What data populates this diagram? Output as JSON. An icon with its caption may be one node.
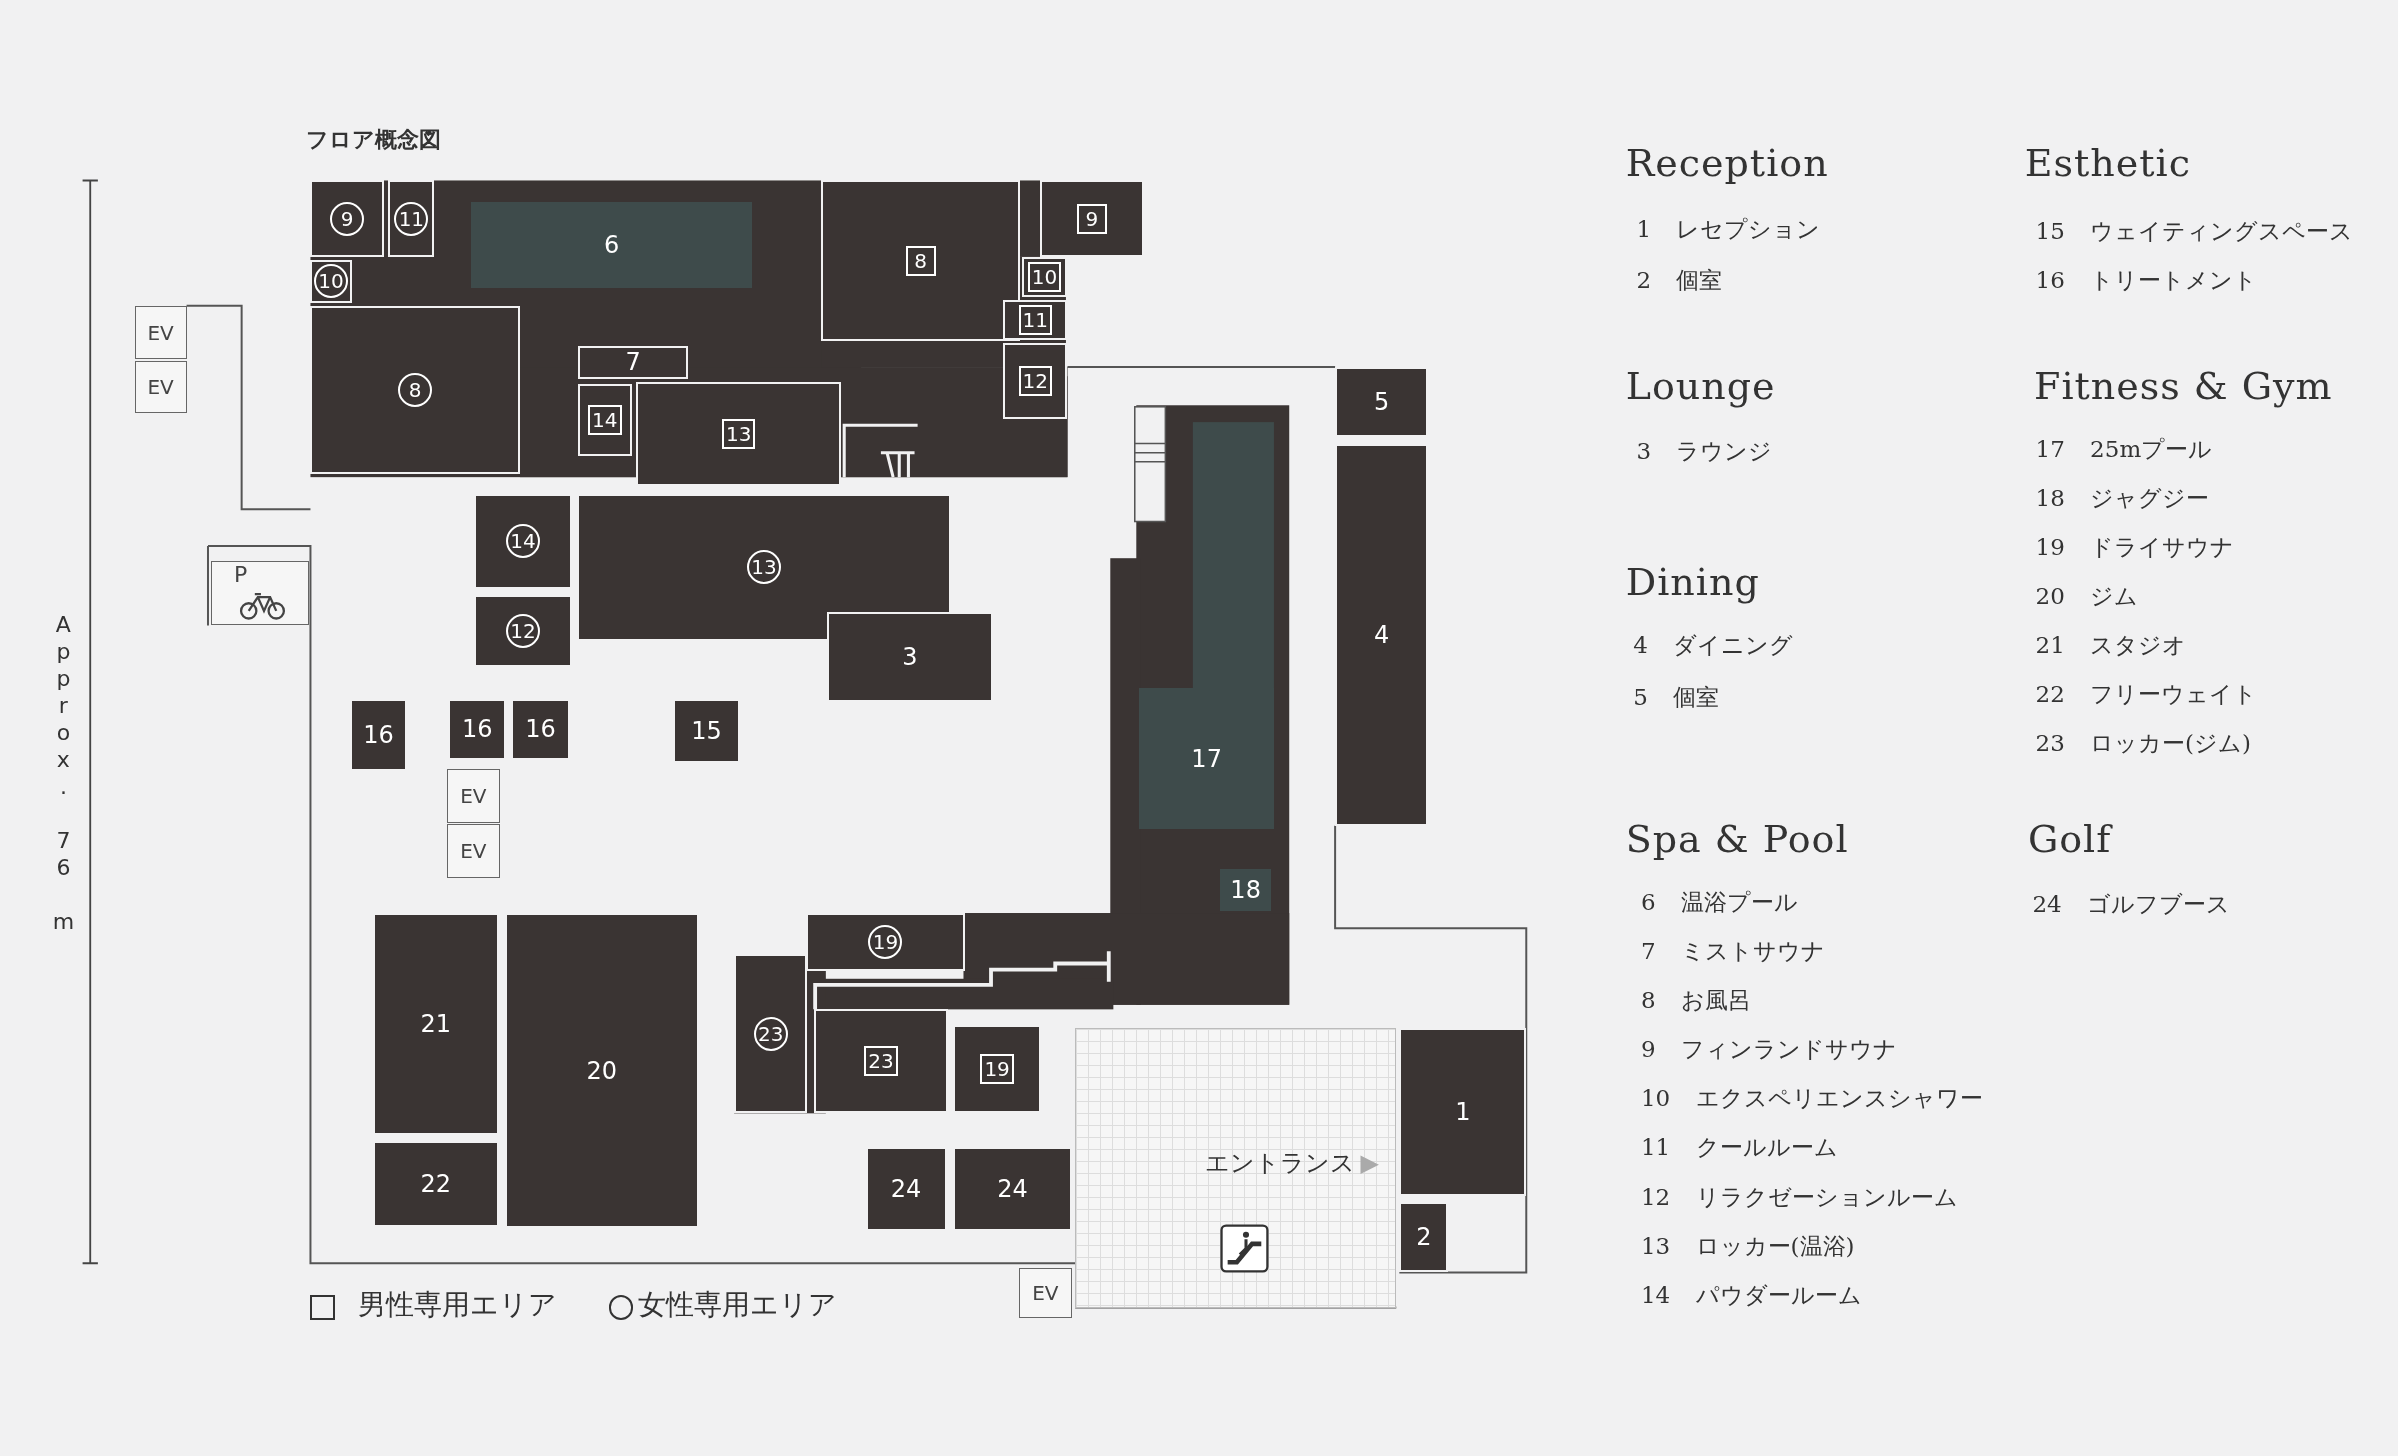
{
  "diagram": {
    "title": "フロア概念図",
    "nodes": [
      {
        "text": [
          "9"
        ]
      },
      {
        "text": [
          "11"
        ]
      },
      {
        "text": [
          "10"
        ]
      },
      {
        "text": [
          "6"
        ]
      },
      {
        "text": [
          "8"
        ]
      },
      {
        "text": [
          "7"
        ]
      },
      {
        "text": [
          "14"
        ]
      },
      {
        "text": [
          "13"
        ]
      },
      {
        "text": [
          "8"
        ]
      },
      {
        "text": [
          "9"
        ]
      },
      {
        "text": [
          "10"
        ]
      },
      {
        "text": [
          "11"
        ]
      },
      {
        "text": [
          "12"
        ]
      },
      {
        "text": [
          "14"
        ]
      },
      {
        "text": [
          "12"
        ]
      },
      {
        "text": [
          "13"
        ]
      },
      {
        "text": [
          "3"
        ]
      },
      {
        "text": [
          "16"
        ]
      },
      {
        "text": [
          "16"
        ]
      },
      {
        "text": [
          "16"
        ]
      },
      {
        "text": [
          "15"
        ]
      },
      {
        "text": [
          "17"
        ]
      },
      {
        "text": [
          "18"
        ]
      },
      {
        "text": [
          "5"
        ]
      },
      {
        "text": [
          "4"
        ]
      },
      {
        "text": [
          "21"
        ]
      },
      {
        "text": [
          "22"
        ]
      },
      {
        "text": [
          "20"
        ]
      },
      {
        "text": [
          "19"
        ]
      },
      {
        "text": [
          "23"
        ]
      },
      {
        "text": [
          "23"
        ]
      },
      {
        "text": [
          "19"
        ]
      },
      {
        "text": [
          "24"
        ]
      },
      {
        "text": [
          "24"
        ]
      },
      {
        "text": [
          "1"
        ]
      },
      {
        "text": [
          "2"
        ]
      },
      {
        "text": [
          "エントランス"
        ]
      },
      {
        "text": [
          "EV"
        ]
      },
      {
        "text": [
          "EV"
        ]
      },
      {
        "text": [
          "EV"
        ]
      },
      {
        "text": [
          "EV"
        ]
      },
      {
        "text": [
          "EV"
        ]
      },
      {
        "text": [
          "P"
        ]
      }
    ],
    "labels": [
      "Approx. 76 m",
      "Reception",
      "1 レセプション",
      "2 個室",
      "Lounge",
      "3 ラウンジ",
      "Dining",
      "4 ダイニング",
      "5 個室",
      "Spa & Pool",
      "6 温浴プール",
      "7 ミストサウナ",
      "8 お風呂",
      "9 フィンランドサウナ",
      "10 エクスペリエンスシャワー",
      "11 クールルーム",
      "12 リラクゼーションルーム",
      "13 ロッカー(温浴)",
      "14 パウダールーム",
      "Esthetic",
      "15 ウェイティングスペース",
      "16 トリートメント",
      "Fitness & Gym",
      "17 25mプール",
      "18 ジャグジー",
      "19 ドライサウナ",
      "20 ジム",
      "21 スタジオ",
      "22 フリーウェイト",
      "23 ロッカー(ジム)",
      "Golf",
      "24 ゴルフブース"
    ],
    "legend": [
      {
        "text": "男性専用エリア"
      },
      {
        "text": "女性専用エリア"
      }
    ]
  }
}
